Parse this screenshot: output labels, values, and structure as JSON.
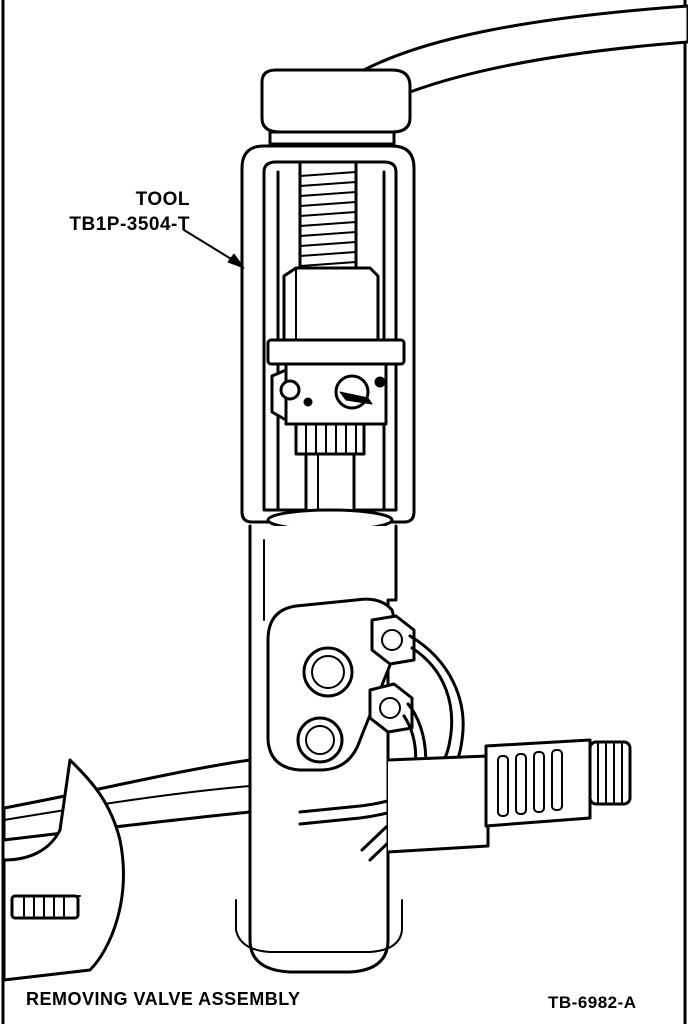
{
  "callout": {
    "line1": "TOOL",
    "line2": "TB1P-3504-T"
  },
  "caption": "REMOVING VALVE ASSEMBLY",
  "figure_id": "TB-6982-A",
  "colors": {
    "ink": "#000000",
    "paper": "#ffffff"
  }
}
